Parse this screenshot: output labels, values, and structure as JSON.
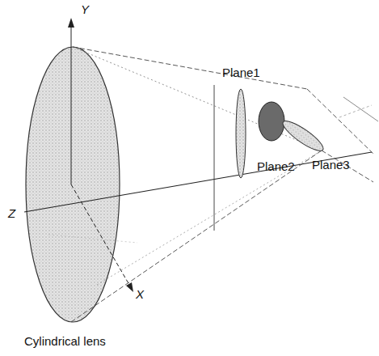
{
  "diagram": {
    "labels": [
      "Y",
      "Plane1",
      "Plane2",
      "Plane3",
      "Z",
      "X",
      "Cylindrical lens"
    ]
  }
}
